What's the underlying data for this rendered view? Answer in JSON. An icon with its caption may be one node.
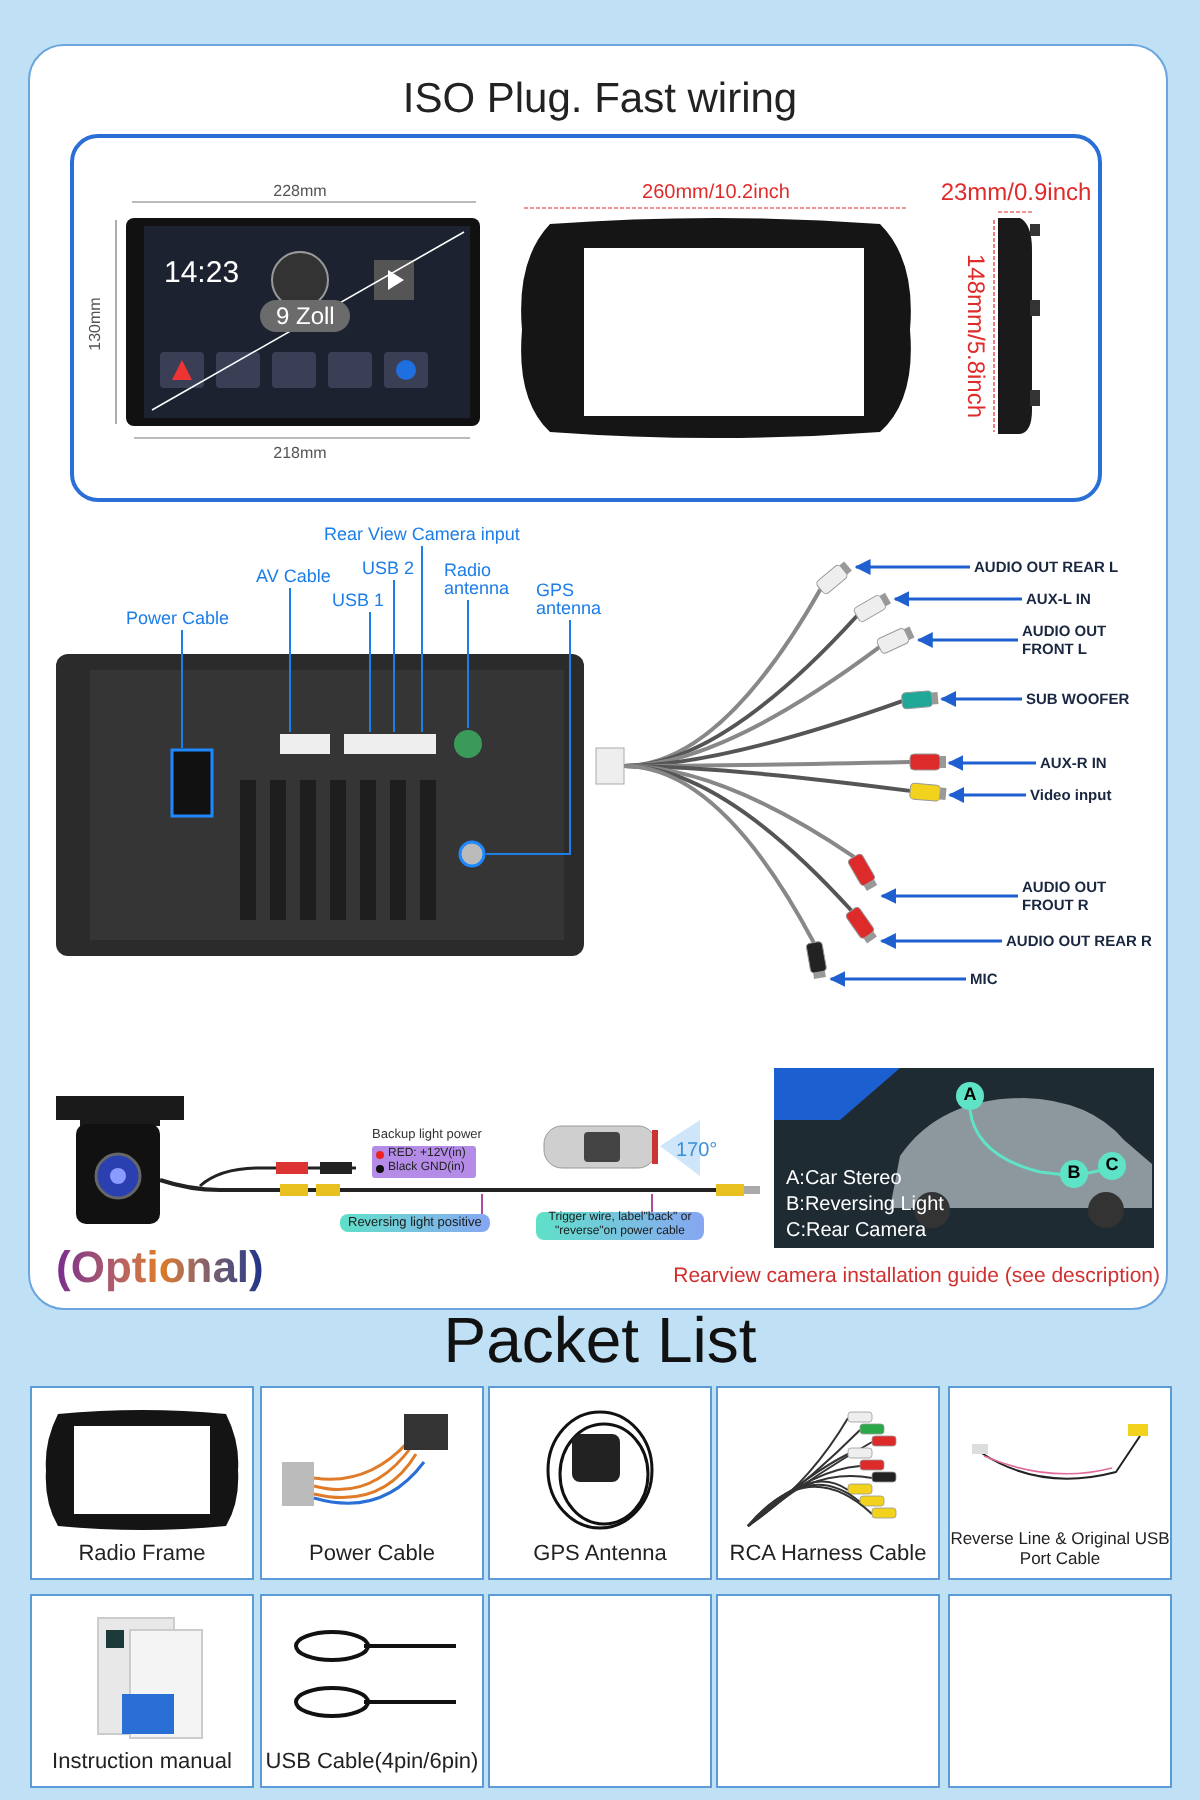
{
  "diagram": {
    "title": "ISO Plug. Fast wiring",
    "nodes": [
      {
        "text": [
          "Rear View Camera input"
        ]
      },
      {
        "text": [
          "AV Cable"
        ]
      },
      {
        "text": [
          "USB 2"
        ]
      },
      {
        "text": [
          "USB 1"
        ]
      },
      {
        "text": [
          "Radio antenna"
        ]
      },
      {
        "text": [
          "Power Cable"
        ]
      },
      {
        "text": [
          "GPS antenna"
        ]
      },
      {
        "text": [
          "AUDIO OUT REAR L"
        ]
      },
      {
        "text": [
          "AUX-L IN"
        ]
      },
      {
        "text": [
          "AUDIO OUT FRONT L"
        ]
      },
      {
        "text": [
          "SUB WOOFER"
        ]
      },
      {
        "text": [
          "AUX-R IN"
        ]
      },
      {
        "text": [
          "Video input"
        ]
      },
      {
        "text": [
          "AUDIO OUT FROUT R"
        ]
      },
      {
        "text": [
          "AUDIO OUT REAR R"
        ]
      },
      {
        "text": [
          "MIC"
        ]
      },
      {
        "text": [
          "Reversing light positive"
        ]
      },
      {
        "text": [
          "Trigger wire, label\"back\" or \"reverse\"on power cable"
        ]
      },
      {
        "text": [
          "Radio Frame"
        ]
      },
      {
        "text": [
          "Power Cable"
        ]
      },
      {
        "text": [
          "GPS Antenna"
        ]
      },
      {
        "text": [
          "RCA Harness Cable"
        ]
      },
      {
        "text": [
          "Reverse Line & Original USB Port Cable"
        ]
      },
      {
        "text": [
          "Instruction manual"
        ]
      },
      {
        "text": [
          "USB Cable(4pin/6pin)"
        ]
      },
      {
        "text": [],
        "shape": "box"
      },
      {
        "text": [],
        "shape": "box"
      },
      {
        "text": [],
        "shape": "box"
      },
      {
        "text": [],
        "shape": "plug"
      },
      {
        "text": [],
        "shape": "plug"
      },
      {
        "text": [],
        "shape": "plug"
      },
      {
        "text": [],
        "shape": "plug"
      },
      {
        "text": [],
        "shape": "plug"
      },
      {
        "text": [],
        "shape": "plug"
      },
      {
        "text": [],
        "shape": "plug"
      },
      {
        "text": [],
        "shape": "plug"
      },
      {
        "text": [],
        "shape": "plug"
      }
    ],
    "edges": [
      {
        "from": 0,
        "to": null,
        "arrow": "none"
      },
      {
        "from": 1,
        "to": null,
        "arrow": "none"
      },
      {
        "from": 2,
        "to": null,
        "arrow": "none"
      },
      {
        "from": 3,
        "to": null,
        "arrow": "none"
      },
      {
        "from": 4,
        "to": null,
        "arrow": "none"
      },
      {
        "from": 5,
        "to": null,
        "arrow": "none"
      },
      {
        "from": 6,
        "to": null,
        "arrow": "none"
      },
      {
        "from": 7,
        "to": 28,
        "arrow": "to"
      },
      {
        "from": 8,
        "to": 29,
        "arrow": "to"
      },
      {
        "from": 9,
        "to": 30,
        "arrow": "to"
      },
      {
        "from": 10,
        "to": 31,
        "arrow": "to"
      },
      {
        "from": 11,
        "to": 32,
        "arrow": "to"
      },
      {
        "from": 12,
        "to": 33,
        "arrow": "to"
      },
      {
        "from": 13,
        "to": 34,
        "arrow": "to"
      },
      {
        "from": 14,
        "to": 35,
        "arrow": "to"
      },
      {
        "from": 15,
        "to": 36,
        "arrow": "to"
      },
      {
        "from": 16,
        "to": null,
        "arrow": "none",
        "color": "#b04aa0"
      },
      {
        "from": 17,
        "to": null,
        "arrow": "none",
        "color": "#b04aa0"
      }
    ],
    "labels": [
      "228mm",
      "130mm",
      "14:23",
      "9 Zoll",
      "218mm",
      "260mm/10.2inch",
      "23mm/0.9inch",
      "148mm/5.8inch",
      "Backup light power",
      "RED: +12V(in)",
      "Black GND(in)",
      "170°",
      "A",
      "B",
      "C",
      "A:Car Stereo",
      "B:Reversing Light",
      "C:Rear Camera",
      "(Optional)",
      "Rearview camera installation guide (see description)",
      "Packet List"
    ]
  }
}
